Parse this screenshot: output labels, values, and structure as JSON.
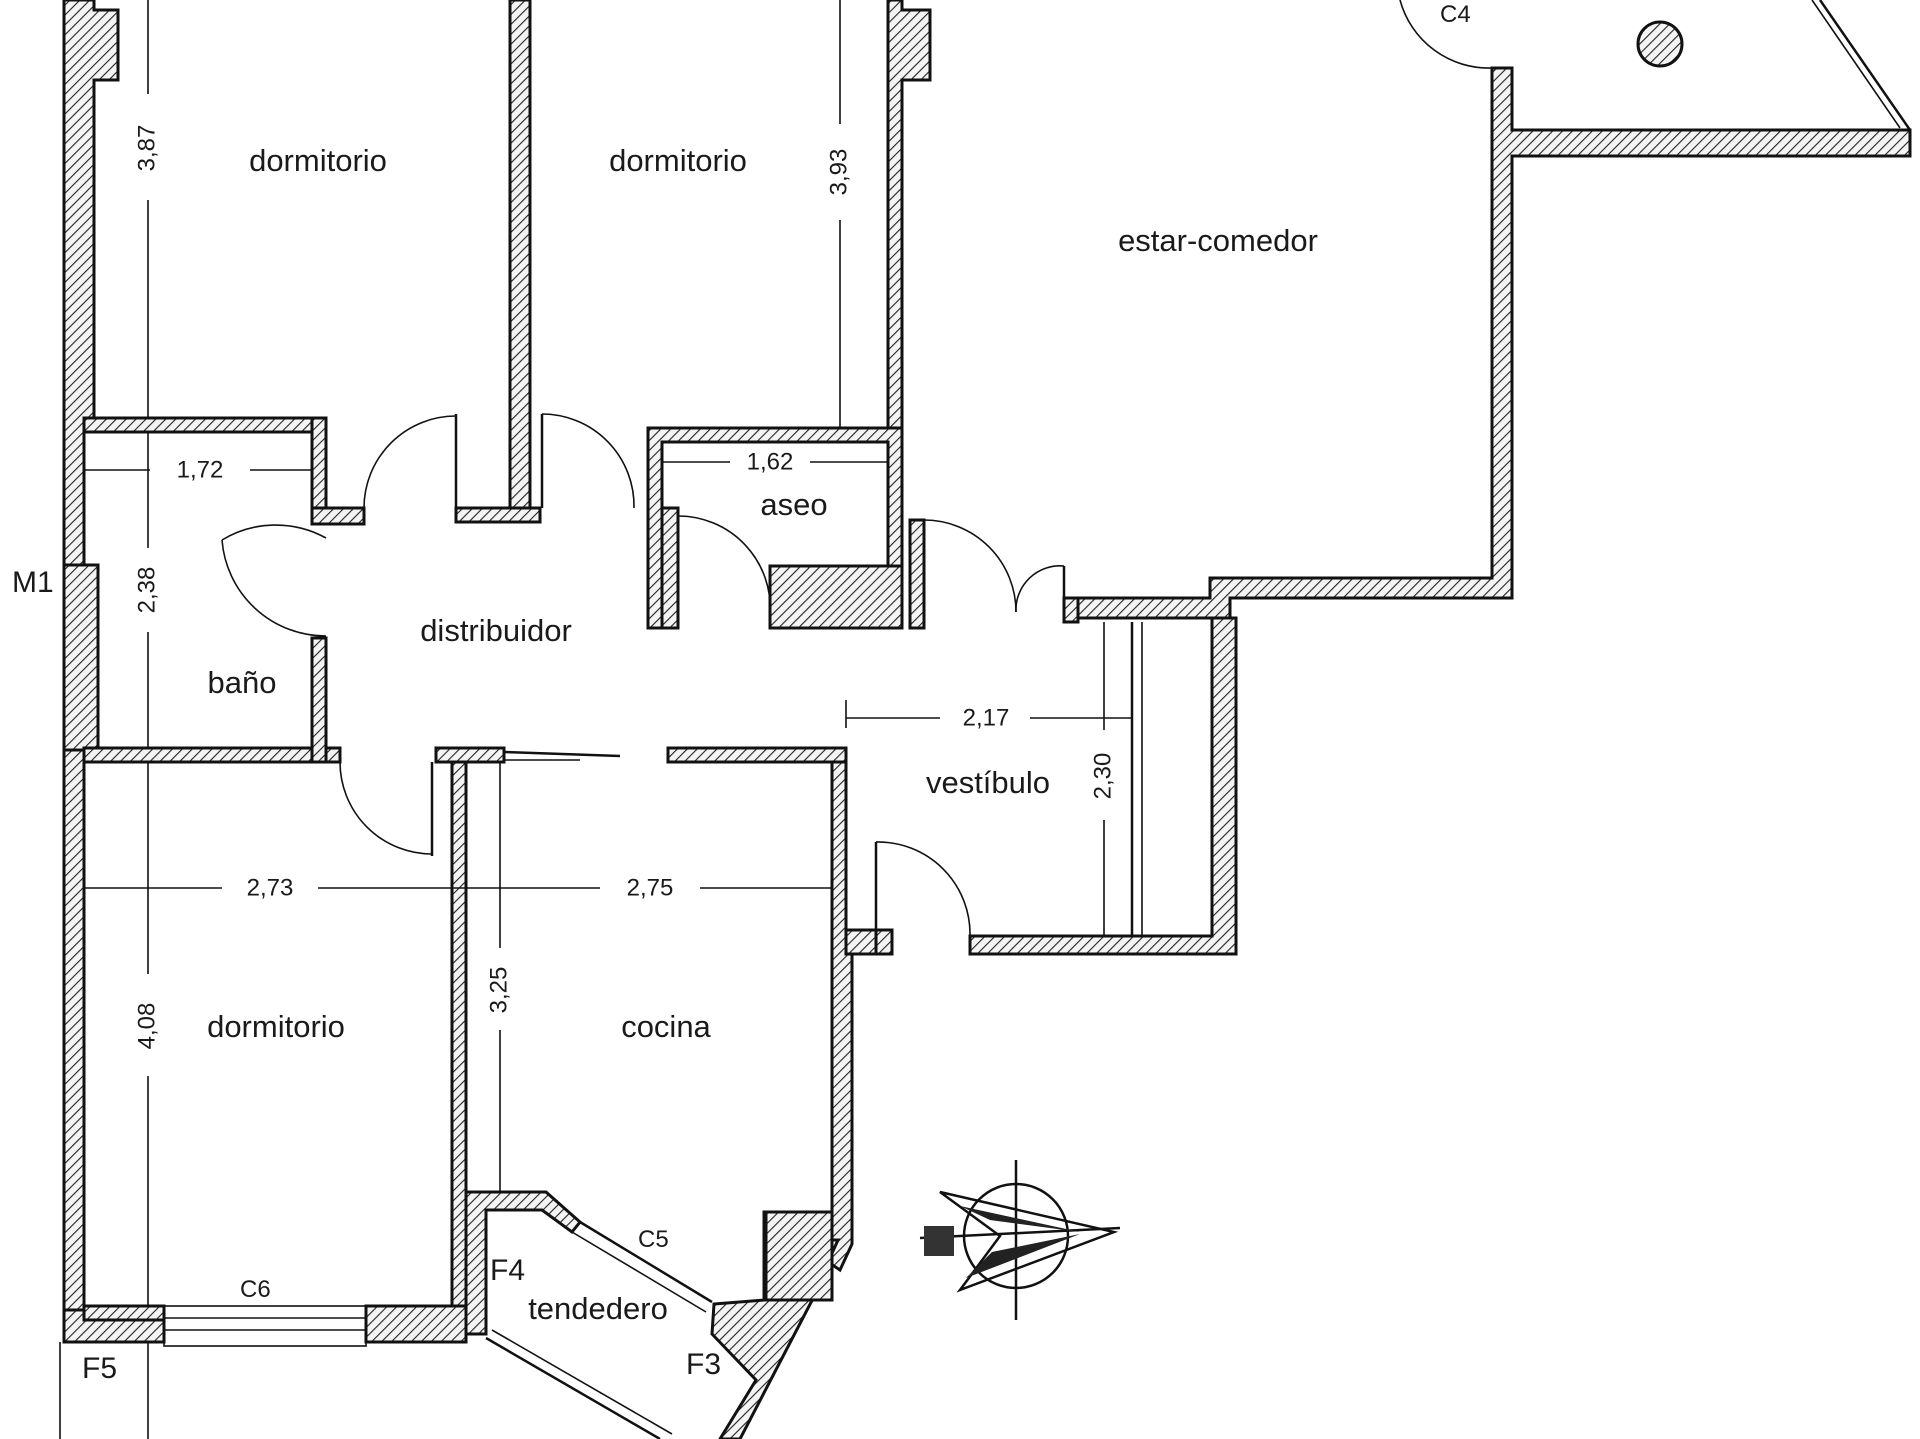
{
  "rooms": {
    "dormitorio_1": "dormitorio",
    "dormitorio_2": "dormitorio",
    "dormitorio_3": "dormitorio",
    "estar_comedor": "estar-comedor",
    "aseo": "aseo",
    "distribuidor": "distribuidor",
    "bano": "baño",
    "vestibulo": "vestíbulo",
    "cocina": "cocina",
    "tendedero": "tendedero"
  },
  "dimensions": {
    "d387": "3,87",
    "d393": "3,93",
    "d172": "1,72",
    "d162": "1,62",
    "d238": "2,38",
    "d217": "2,17",
    "d230": "2,30",
    "d273": "2,73",
    "d275": "2,75",
    "d325": "3,25",
    "d408": "4,08"
  },
  "tags": {
    "m1": "M1",
    "c4": "C4",
    "c5": "C5",
    "c6": "C6",
    "f3": "F3",
    "f4": "F4",
    "f5": "F5"
  }
}
